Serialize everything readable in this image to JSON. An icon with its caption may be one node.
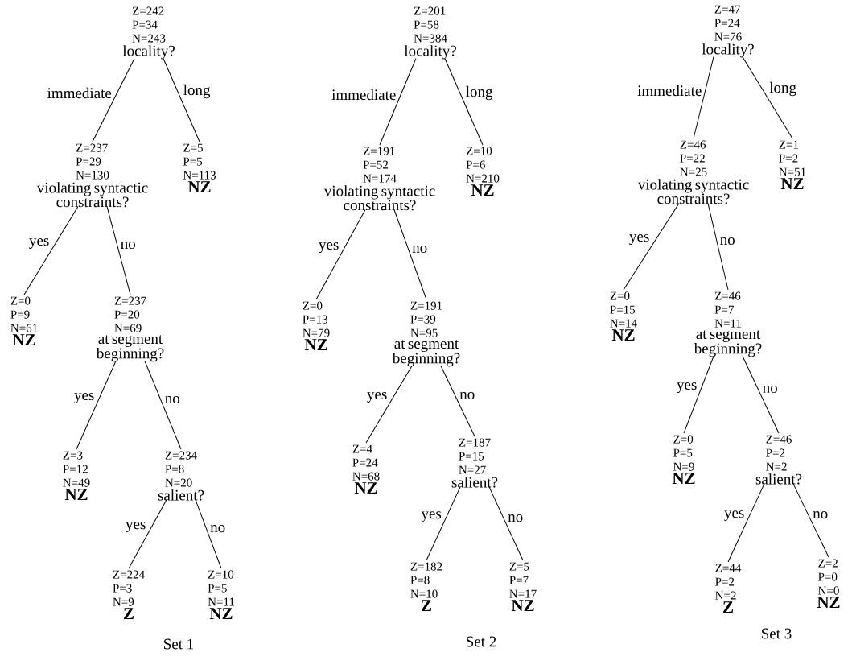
{
  "diagram": {
    "nodes": [
      {
        "text": [
          "Z=242",
          "P=34",
          "N=243",
          "locality?"
        ]
      },
      {
        "text": [
          "Z=237",
          "P=29",
          "N=130",
          "violating syntactic constraints?"
        ]
      },
      {
        "text": [
          "Z=5",
          "P=5",
          "N=113",
          "NZ"
        ]
      },
      {
        "text": [
          "Z=0",
          "P=9",
          "N=61",
          "NZ"
        ]
      },
      {
        "text": [
          "Z=237",
          "P=20",
          "N=69",
          "at segment beginning?"
        ]
      },
      {
        "text": [
          "Z=3",
          "P=12",
          "N=49",
          "NZ"
        ]
      },
      {
        "text": [
          "Z=234",
          "P=8",
          "N=20",
          "salient?"
        ]
      },
      {
        "text": [
          "Z=224",
          "P=3",
          "N=9",
          "Z"
        ]
      },
      {
        "text": [
          "Z=10",
          "P=5",
          "N=11",
          "NZ"
        ]
      },
      {
        "text": [
          "Z=201",
          "P=58",
          "N=384",
          "locality?"
        ]
      },
      {
        "text": [
          "Z=191",
          "P=52",
          "N=174",
          "violating syntactic constraints?"
        ]
      },
      {
        "text": [
          "Z=10",
          "P=6",
          "N=210",
          "NZ"
        ]
      },
      {
        "text": [
          "Z=0",
          "P=13",
          "N=79",
          "NZ"
        ]
      },
      {
        "text": [
          "Z=191",
          "P=39",
          "N=95",
          "at segment beginning?"
        ]
      },
      {
        "text": [
          "Z=4",
          "P=24",
          "N=68",
          "NZ"
        ]
      },
      {
        "text": [
          "Z=187",
          "P=15",
          "N=27",
          "salient?"
        ]
      },
      {
        "text": [
          "Z=182",
          "P=8",
          "N=10",
          "Z"
        ]
      },
      {
        "text": [
          "Z=5",
          "P=7",
          "N=17",
          "NZ"
        ]
      },
      {
        "text": [
          "Z=47",
          "P=24",
          "N=76",
          "locality?"
        ]
      },
      {
        "text": [
          "Z=46",
          "P=22",
          "N=25",
          "violating syntactic constraints?"
        ]
      },
      {
        "text": [
          "Z=1",
          "P=2",
          "N=51",
          "NZ"
        ]
      },
      {
        "text": [
          "Z=0",
          "P=15",
          "N=14",
          "NZ"
        ]
      },
      {
        "text": [
          "Z=46",
          "P=7",
          "N=11",
          "at segment beginning?"
        ]
      },
      {
        "text": [
          "Z=0",
          "P=5",
          "N=9",
          "NZ"
        ]
      },
      {
        "text": [
          "Z=46",
          "P=2",
          "N=2",
          "salient?"
        ]
      },
      {
        "text": [
          "Z=44",
          "P=2",
          "N=2",
          "Z"
        ]
      },
      {
        "text": [
          "Z=2",
          "P=0",
          "N=0",
          "NZ"
        ]
      }
    ],
    "edges": [
      {
        "from": 0,
        "to": 1,
        "arrow": "none",
        "label": "immediate"
      },
      {
        "from": 0,
        "to": 2,
        "arrow": "none",
        "label": "long"
      },
      {
        "from": 1,
        "to": 3,
        "arrow": "none",
        "label": "yes"
      },
      {
        "from": 1,
        "to": 4,
        "arrow": "none",
        "label": "no"
      },
      {
        "from": 4,
        "to": 5,
        "arrow": "none",
        "label": "yes"
      },
      {
        "from": 4,
        "to": 6,
        "arrow": "none",
        "label": "no"
      },
      {
        "from": 6,
        "to": 7,
        "arrow": "none",
        "label": "yes"
      },
      {
        "from": 6,
        "to": 8,
        "arrow": "none",
        "label": "no"
      },
      {
        "from": 9,
        "to": 10,
        "arrow": "none",
        "label": "immediate"
      },
      {
        "from": 9,
        "to": 11,
        "arrow": "none",
        "label": "long"
      },
      {
        "from": 10,
        "to": 12,
        "arrow": "none",
        "label": "yes"
      },
      {
        "from": 10,
        "to": 13,
        "arrow": "none",
        "label": "no"
      },
      {
        "from": 13,
        "to": 14,
        "arrow": "none",
        "label": "yes"
      },
      {
        "from": 13,
        "to": 15,
        "arrow": "none",
        "label": "no"
      },
      {
        "from": 15,
        "to": 16,
        "arrow": "none",
        "label": "yes"
      },
      {
        "from": 15,
        "to": 17,
        "arrow": "none",
        "label": "no"
      },
      {
        "from": 18,
        "to": 19,
        "arrow": "none",
        "label": "immediate"
      },
      {
        "from": 18,
        "to": 20,
        "arrow": "none",
        "label": "long"
      },
      {
        "from": 19,
        "to": 21,
        "arrow": "none",
        "label": "yes"
      },
      {
        "from": 19,
        "to": 22,
        "arrow": "none",
        "label": "no"
      },
      {
        "from": 22,
        "to": 23,
        "arrow": "none",
        "label": "yes"
      },
      {
        "from": 22,
        "to": 24,
        "arrow": "none",
        "label": "no"
      },
      {
        "from": 24,
        "to": 25,
        "arrow": "none",
        "label": "yes"
      },
      {
        "from": 24,
        "to": 26,
        "arrow": "none",
        "label": "no"
      }
    ],
    "labels": [
      "Set 1",
      "Set 2",
      "Set 3"
    ]
  }
}
